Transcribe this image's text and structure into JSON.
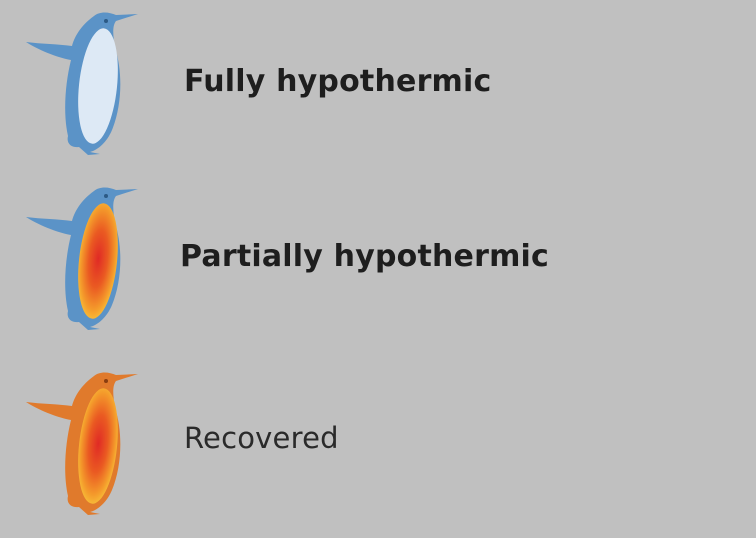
{
  "legend": {
    "items": [
      {
        "label": "Fully hypothermic",
        "icon": "penguin-icon",
        "body_color": "#5b93c7",
        "belly_color": "#dde9f5"
      },
      {
        "label": "Partially hypothermic",
        "icon": "penguin-icon",
        "body_color": "#5b93c7",
        "belly_color": "#e53a22"
      },
      {
        "label": "Recovered",
        "icon": "penguin-icon",
        "body_color": "#e07a2c",
        "belly_color": "#e53a22"
      }
    ]
  }
}
